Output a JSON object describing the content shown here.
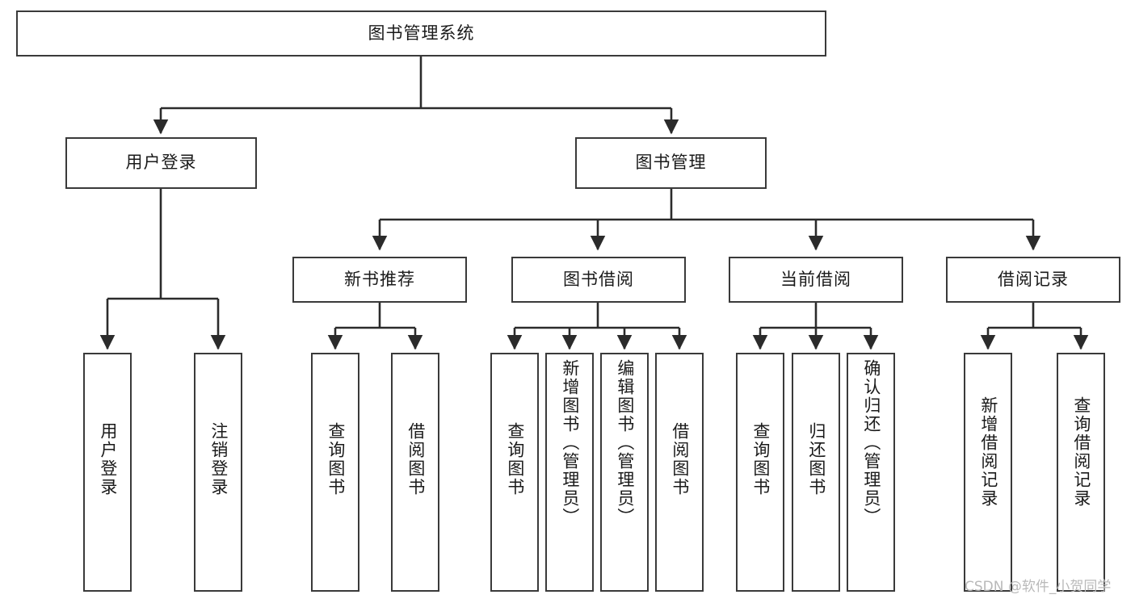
{
  "diagram": {
    "type": "tree-hierarchy-chart",
    "title": "图书管理系统",
    "colors": {
      "box_border": "#3a3a3a",
      "box_fill": "#ffffff",
      "edge": "#2b2b2b",
      "text": "#1a1a1a",
      "watermark": "#b9b9b9",
      "background": "#ffffff"
    },
    "root": {
      "label": "图书管理系统"
    },
    "level2": [
      {
        "label": "用户登录"
      },
      {
        "label": "图书管理"
      }
    ],
    "level3": [
      {
        "label": "新书推荐"
      },
      {
        "label": "图书借阅"
      },
      {
        "label": "当前借阅"
      },
      {
        "label": "借阅记录"
      }
    ],
    "leaves": {
      "user_login": [
        {
          "label": "用户登录"
        },
        {
          "label": "注销登录"
        }
      ],
      "new_book_recommend": [
        {
          "label": "查询图书"
        },
        {
          "label": "借阅图书"
        }
      ],
      "book_borrow": [
        {
          "label": "查询图书"
        },
        {
          "label": "新增图书（管理员）"
        },
        {
          "label": "编辑图书（管理员）"
        },
        {
          "label": "借阅图书"
        }
      ],
      "current_borrow": [
        {
          "label": "查询图书"
        },
        {
          "label": "归还图书"
        },
        {
          "label": "确认归还（管理员）"
        }
      ],
      "borrow_record": [
        {
          "label": "新增借阅记录"
        },
        {
          "label": "查询借阅记录"
        }
      ]
    }
  },
  "watermark": {
    "text": "CSDN @软件_小贺同学"
  }
}
